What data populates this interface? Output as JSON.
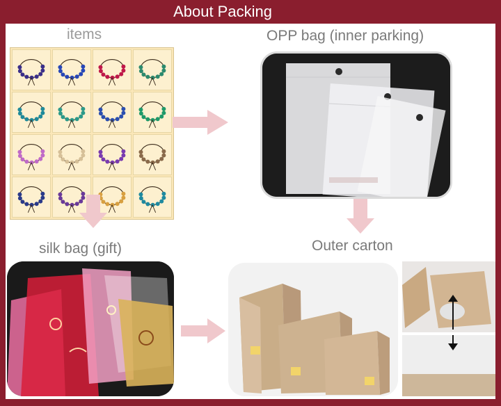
{
  "header": {
    "title": "About Packing"
  },
  "sections": {
    "items": "items",
    "opp_bag": "OPP bag (inner parking)",
    "silk_bag": "silk bag (gift)",
    "outer_carton": "Outer carton"
  },
  "colors": {
    "frame": "#8a1e2e",
    "arrow": "#f0c8cc",
    "label_text": "#7a7a7a"
  },
  "bracelet_colors": [
    [
      "#3a2f8a",
      "#2747b8",
      "#c0184a",
      "#2c8a6e"
    ],
    [
      "#1f8a9a",
      "#2c9a8a",
      "#2b4fb0",
      "#1f9a6a"
    ],
    [
      "#c06ac8",
      "#d6c098",
      "#7a3ab0",
      "#8a6a4a"
    ],
    [
      "#2a3a8a",
      "#6a3a9a",
      "#d8a040",
      "#1f8aa0"
    ]
  ]
}
